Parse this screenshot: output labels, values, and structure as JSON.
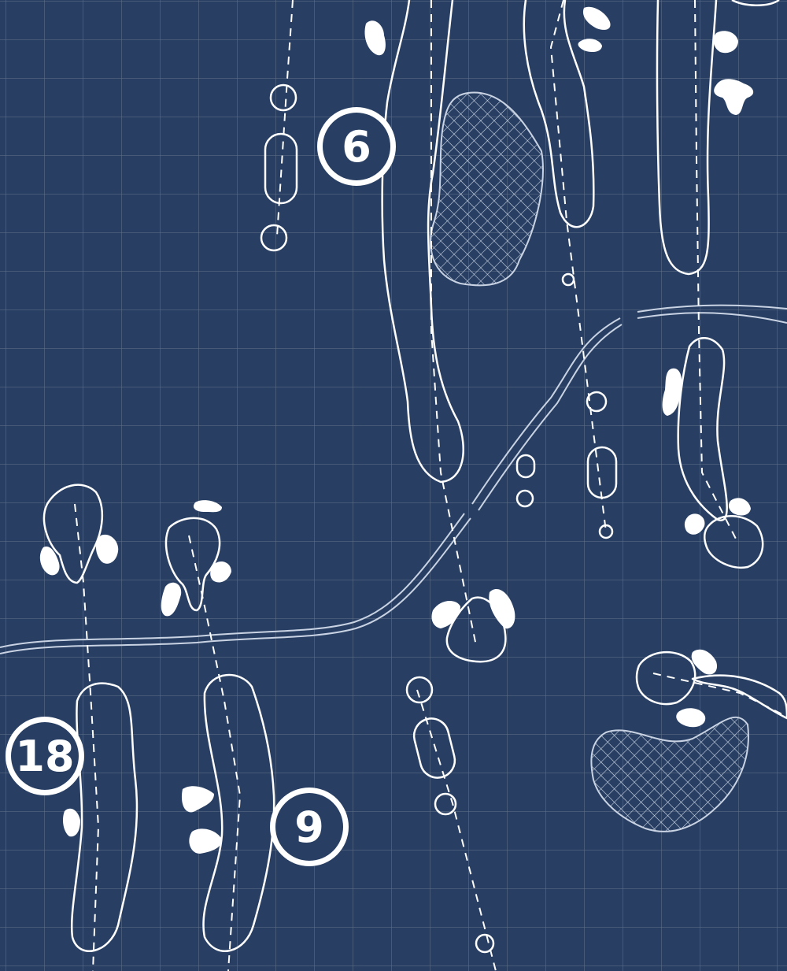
{
  "map": {
    "background_color": "#283f63",
    "line_color": "#ffffff",
    "grid_color": "#ffffff",
    "holes": [
      {
        "label": "6"
      },
      {
        "label": "9"
      },
      {
        "label": "18"
      }
    ]
  }
}
